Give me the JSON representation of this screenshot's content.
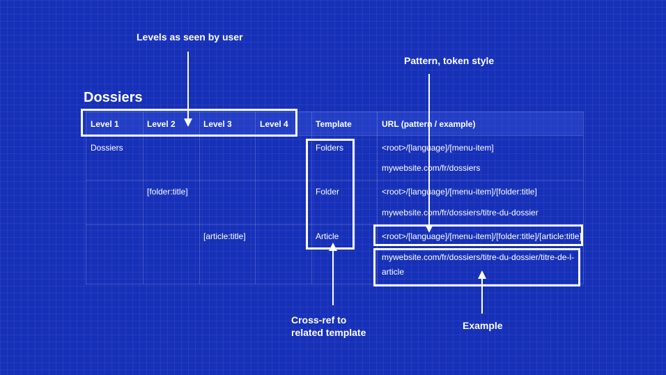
{
  "annotations": {
    "levels_label": "Levels as seen by user",
    "pattern_label": "Pattern, token style",
    "crossref_label_line1": "Cross-ref to",
    "crossref_label_line2": "related template",
    "example_label": "Example"
  },
  "table": {
    "title": "Dossiers",
    "headers": [
      "Level 1",
      "Level 2",
      "Level 3",
      "Level 4",
      "Template",
      "URL (pattern / example)"
    ],
    "rows": [
      {
        "level1": "Dossiers",
        "level2": "",
        "level3": "",
        "template": "Folders",
        "url_pattern": "<root>/[language]/[menu-item]",
        "url_example": "mywebsite.com/fr/dossiers"
      },
      {
        "level1": "",
        "level2": "[folder:title]",
        "level3": "",
        "template": "Folder",
        "url_pattern": "<root>/[language]/[menu-item]/[folder:title]",
        "url_example": "mywebsite.com/fr/dossiers/titre-du-dossier"
      },
      {
        "level1": "",
        "level2": "",
        "level3": "[article:title]",
        "template": "Article",
        "url_pattern": "<root>/[language]/[menu-item]/[folder:title]/[article:title]",
        "url_example_line1": "mywebsite.com/fr/dossiers/titre-du-dossier/titre-de-l-",
        "url_example_line2": "article"
      }
    ]
  },
  "colors": {
    "background": "#1630b8",
    "foreground": "#ffffff"
  }
}
